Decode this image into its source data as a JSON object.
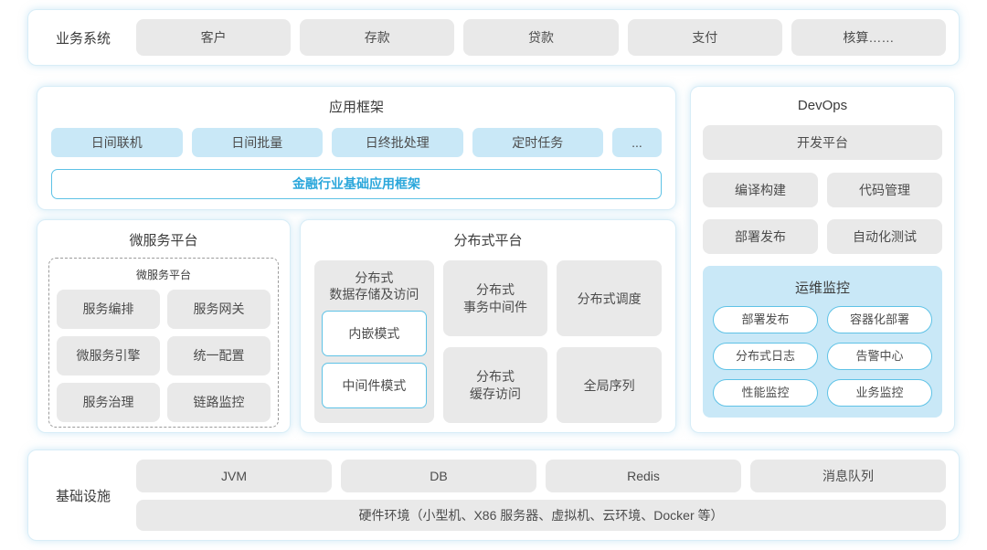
{
  "colors": {
    "page_bg": "#ffffff",
    "panel_border": "#d8edf7",
    "gray_box_bg": "#e9e9e9",
    "blue_box_bg": "#c9e8f7",
    "white_box_border": "#5ec2e6",
    "accent_text": "#2ba7db",
    "body_text": "#4c4c4c",
    "title_text": "#3b3b3b",
    "dashed_border": "#9b9b9b"
  },
  "business": {
    "label": "业务系统",
    "items": [
      "客户",
      "存款",
      "贷款",
      "支付",
      "核算……"
    ]
  },
  "app_framework": {
    "title": "应用框架",
    "items": [
      "日间联机",
      "日间批量",
      "日终批处理",
      "定时任务",
      "..."
    ],
    "base_bar": "金融行业基础应用框架"
  },
  "microservice": {
    "title": "微服务平台",
    "inner_label": "微服务平台",
    "items": [
      "服务编排",
      "服务网关",
      "微服务引擎",
      "统一配置",
      "服务治理",
      "链路监控"
    ]
  },
  "distributed": {
    "title": "分布式平台",
    "storage": {
      "label": "分布式\n数据存储及访问",
      "modes": [
        "内嵌模式",
        "中间件模式"
      ]
    },
    "col2": [
      "分布式\n事务中间件",
      "分布式\n缓存访问"
    ],
    "col3": [
      "分布式调度",
      "全局序列"
    ]
  },
  "devops": {
    "title": "DevOps",
    "platform": "开发平台",
    "items": [
      "编译构建",
      "代码管理",
      "部署发布",
      "自动化测试"
    ],
    "monitor": {
      "title": "运维监控",
      "items": [
        "部署发布",
        "容器化部署",
        "分布式日志",
        "告警中心",
        "性能监控",
        "业务监控"
      ]
    }
  },
  "infrastructure": {
    "label": "基础设施",
    "items": [
      "JVM",
      "DB",
      "Redis",
      "消息队列"
    ],
    "hardware": "硬件环境（小型机、X86 服务器、虚拟机、云环境、Docker 等）"
  }
}
